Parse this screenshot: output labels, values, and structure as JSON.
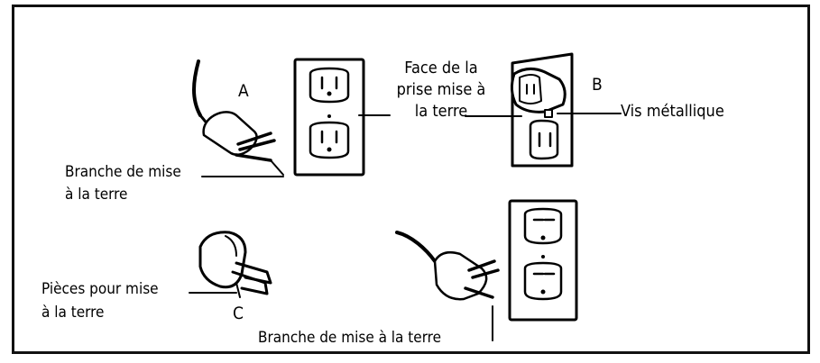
{
  "labels": {
    "a": "A",
    "b": "B",
    "c": "C",
    "face_line1": "Face de la",
    "face_line2": "prise mise à",
    "face_line3": "la terre",
    "vis": "Vis métallique",
    "branche_line1": "Branche de mise",
    "branche_line2": "à la terre",
    "pieces_line1": "Pièces pour mise",
    "pieces_line2": "à la terre",
    "bottom": "Branche de mise à la terre"
  }
}
